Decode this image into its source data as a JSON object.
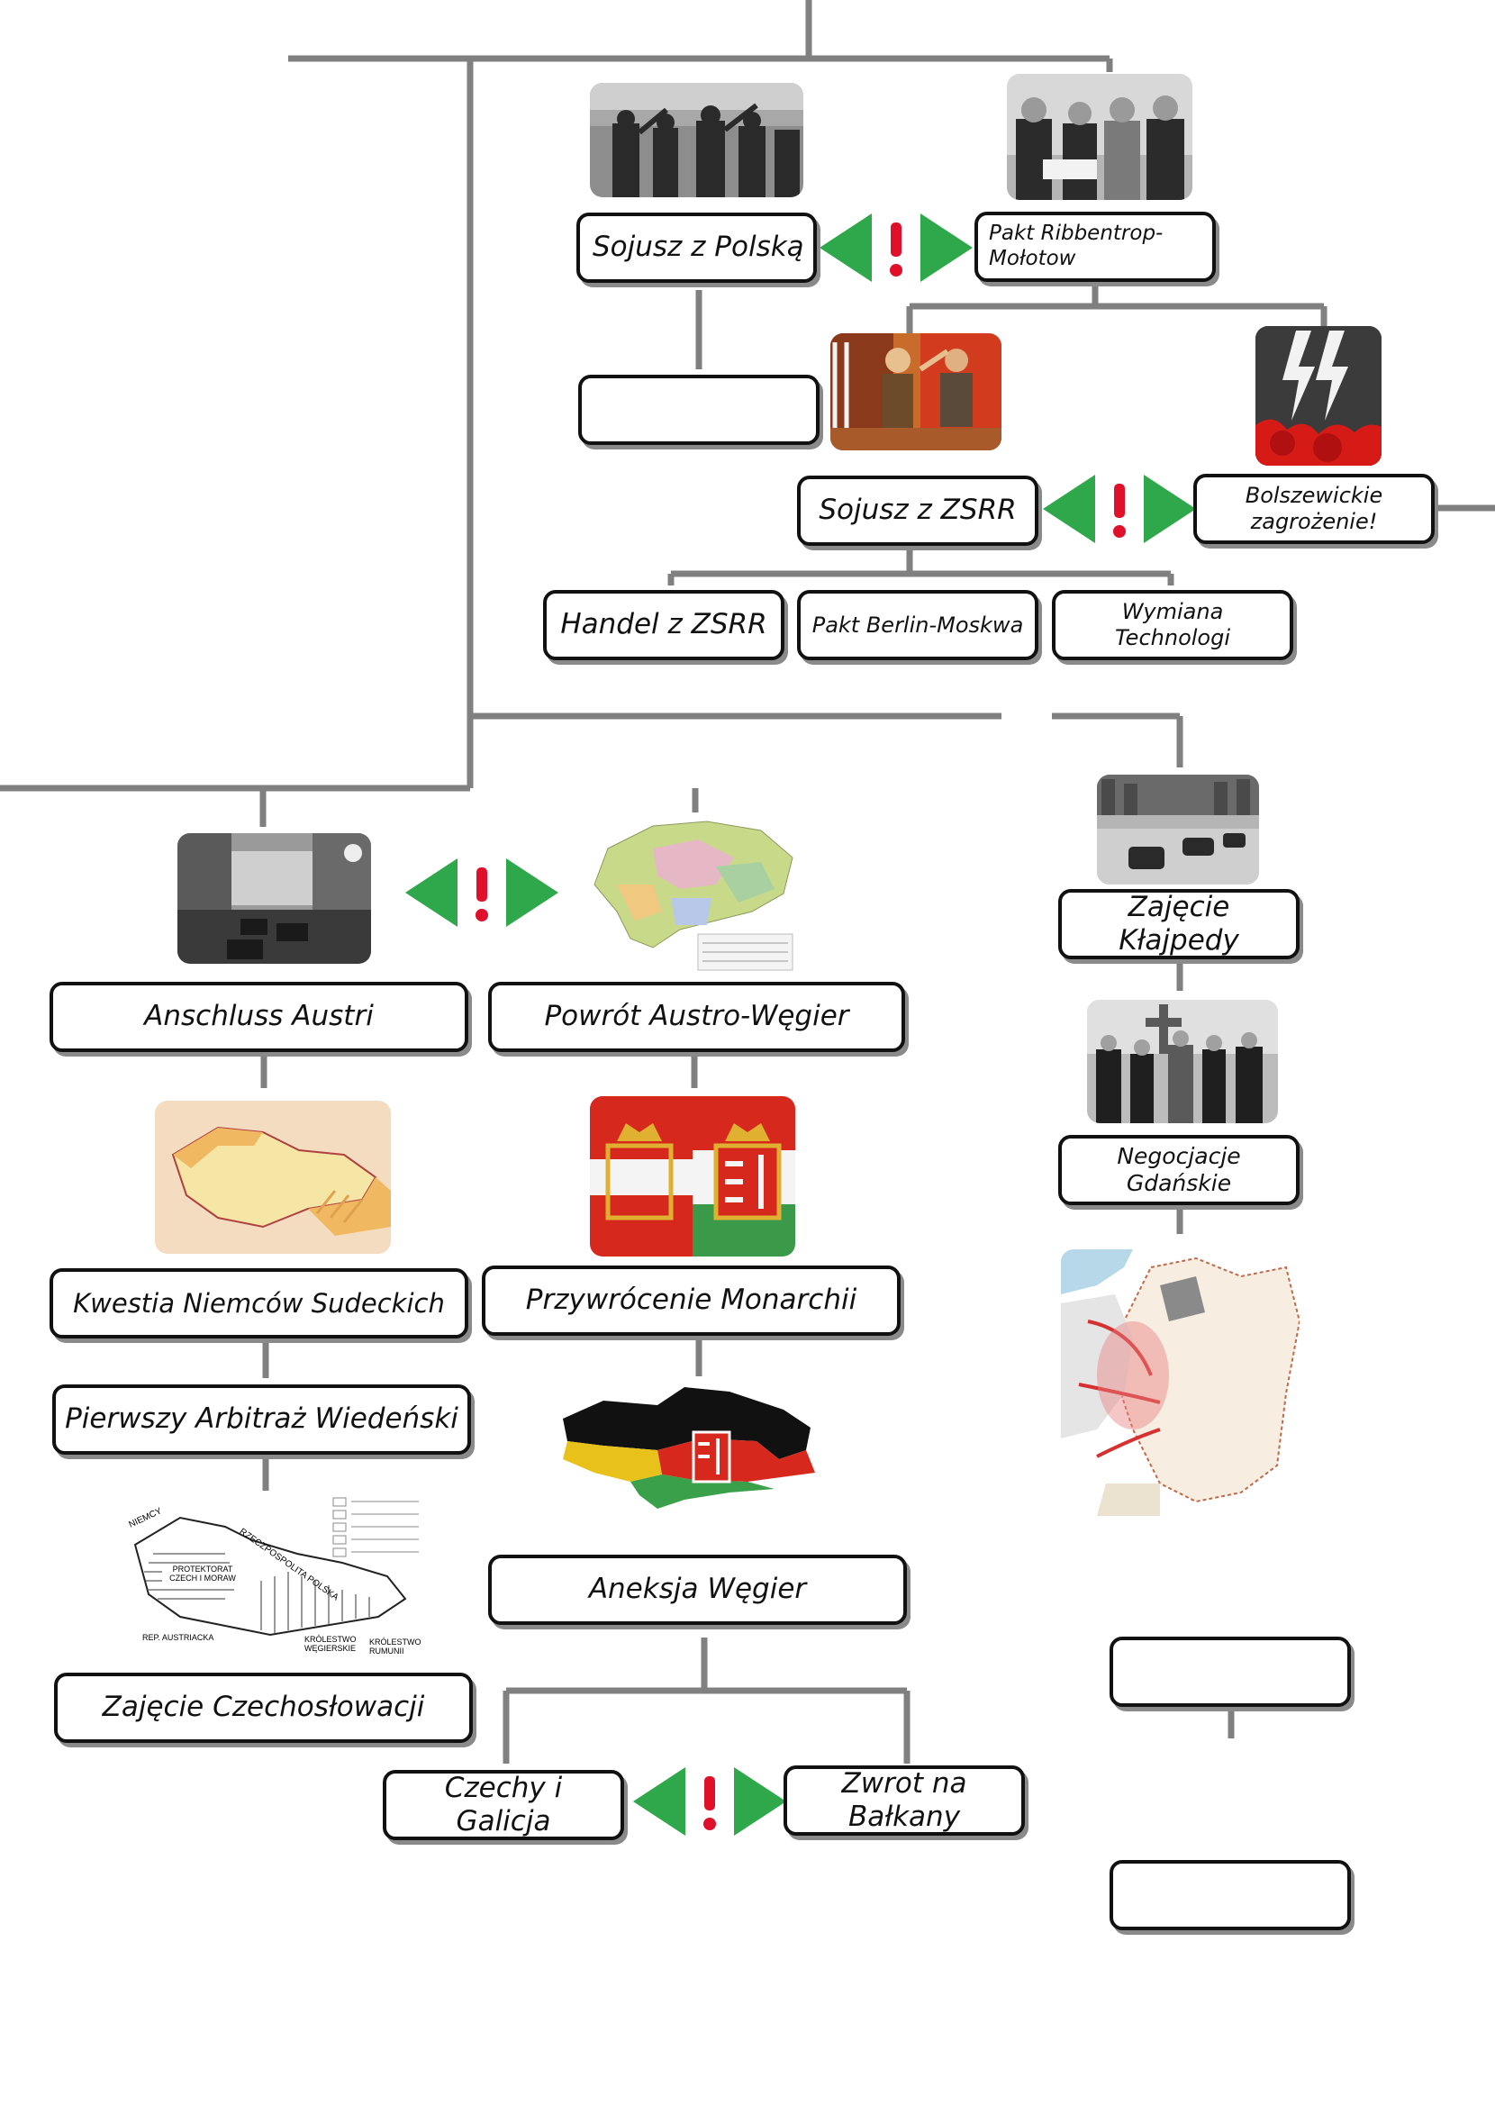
{
  "nodes": {
    "sojusz_polska": "Sojusz z Polską",
    "pakt_rm": "Pakt Ribbentrop-Mołotow",
    "sojusz_zsrr": "Sojusz z ZSRR",
    "bolszewickie": "Bolszewickie zagrożenie!",
    "handel": "Handel z ZSRR",
    "pakt_bm": "Pakt Berlin-Moskwa",
    "wymiana": "Wymiana Technologi",
    "klajpeda": "Zajęcie Kłajpedy",
    "gdansk": "Negocjacje Gdańskie",
    "anschluss": "Anschluss Austri",
    "austro_wegry": "Powrót Austro-Węgier",
    "sudety": "Kwestia Niemców Sudeckich",
    "monarchia": "Przywrócenie Monarchii",
    "arbitraz": "Pierwszy Arbitraż Wiedeński",
    "czechoslowacja": "Zajęcie Czechosłowacji",
    "aneksja": "Aneksja Węgier",
    "czechy_galicja": "Czechy i Galicja",
    "balkany": "Zwrot na Bałkany",
    "empty1": "",
    "empty2": "",
    "empty3": ""
  },
  "map_labels": {
    "protektorat": "PROTEKTORAT CZECH I MORAW",
    "niemcy": "NIEMCY",
    "polska": "RZECZPOSPOLITA POLSKA",
    "austria": "REP. AUSTRIACKA",
    "wegry": "KRÓLESTWO WĘGIERSKIE",
    "rumunia": "KRÓLESTWO RUMUNII"
  },
  "colors": {
    "line": "#808080",
    "arrow": "#2ea84a",
    "exclamation": "#e0102a",
    "border": "#111111"
  },
  "icons": {
    "mutual_exclusive": "green-arrows-red-exclamation-icon"
  }
}
